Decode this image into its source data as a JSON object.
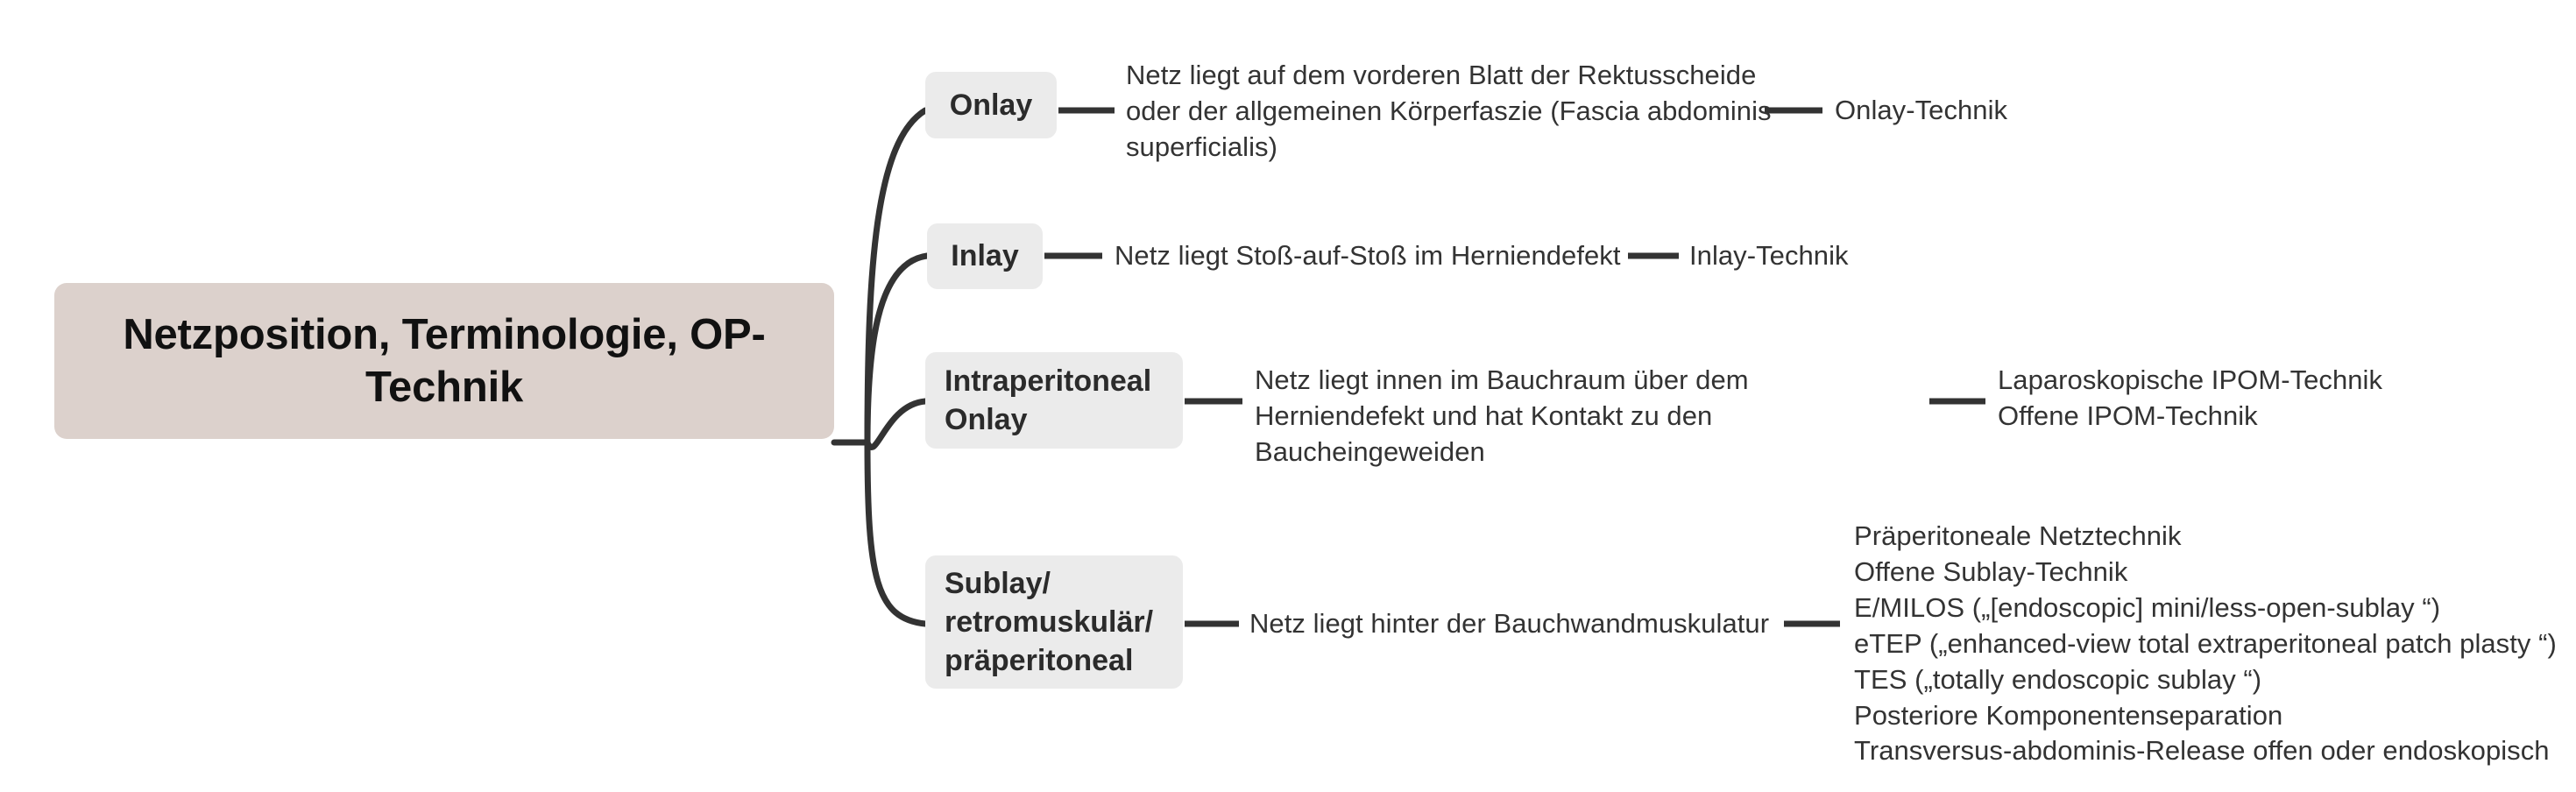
{
  "diagram": {
    "type": "mindmap",
    "title": "Netzposition, Terminologie, OP-Technik",
    "colors": {
      "root_fill": "#DCD1CC",
      "branch_fill": "#EBEBEB",
      "edge_stroke": "#333333",
      "text": "#333333",
      "background": "#FFFFFF"
    }
  },
  "root": {
    "label": "Netzposition, Terminologie, OP-Technik"
  },
  "branches": [
    {
      "id": "onlay",
      "label": "Onlay",
      "description": "Netz liegt auf dem vorderen Blatt der Rektusscheide oder der allgemeinen Körperfaszie (Fascia abdominis superficialis)",
      "techniques": "Onlay-Technik"
    },
    {
      "id": "inlay",
      "label": "Inlay",
      "description": "Netz liegt Stoß-auf-Stoß im Herniendefekt",
      "techniques": "Inlay-Technik"
    },
    {
      "id": "intraperitoneal",
      "label": "Intraperitoneal\nOnlay",
      "description": "Netz liegt innen im Bauchraum über dem Herniendefekt und hat Kontakt zu den Baucheingeweiden",
      "techniques": "Laparoskopische IPOM-Technik\nOffene IPOM-Technik"
    },
    {
      "id": "sublay",
      "label": "Sublay/\nretromuskulär/\npräperitoneal",
      "description": "Netz liegt hinter der Bauchwandmuskulatur",
      "techniques": "Präperitoneale Netztechnik\nOffene Sublay-Technik\nE/MILOS („[endoscopic] mini/less-open-sublay “)\neTEP („enhanced-view total extraperitoneal patch plasty “)\nTES („totally endoscopic sublay “)\nPosteriore Komponentenseparation\nTransversus-abdominis-Release offen oder endoskopisch"
    }
  ]
}
